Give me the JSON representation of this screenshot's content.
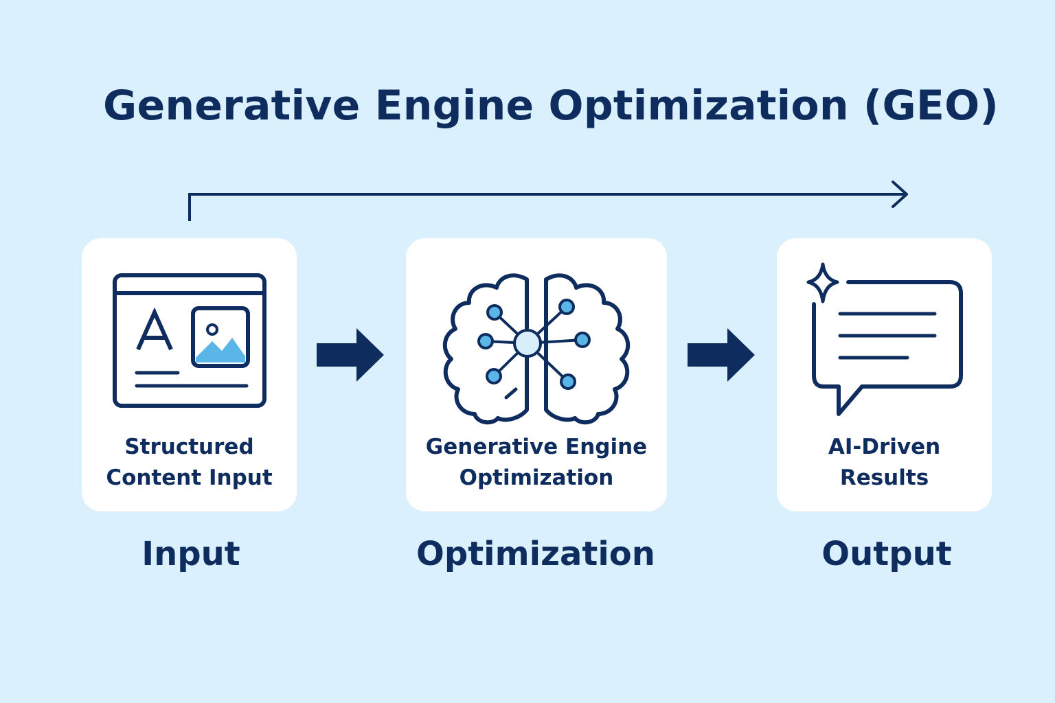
{
  "title": "Generative Engine Optimization (GEO)",
  "colors": {
    "background": "#daf0fd",
    "navy": "#0e2d5e",
    "accent_blue": "#5ab6e6",
    "card": "#ffffff"
  },
  "stages": [
    {
      "card_text": "Structured\nContent Input",
      "label": "Input",
      "icon": "web-content-icon"
    },
    {
      "card_text": "Generative Engine\nOptimization",
      "label": "Optimization",
      "icon": "brain-network-icon"
    },
    {
      "card_text": "AI-Driven\nResults",
      "label": "Output",
      "icon": "chat-sparkle-icon"
    }
  ]
}
